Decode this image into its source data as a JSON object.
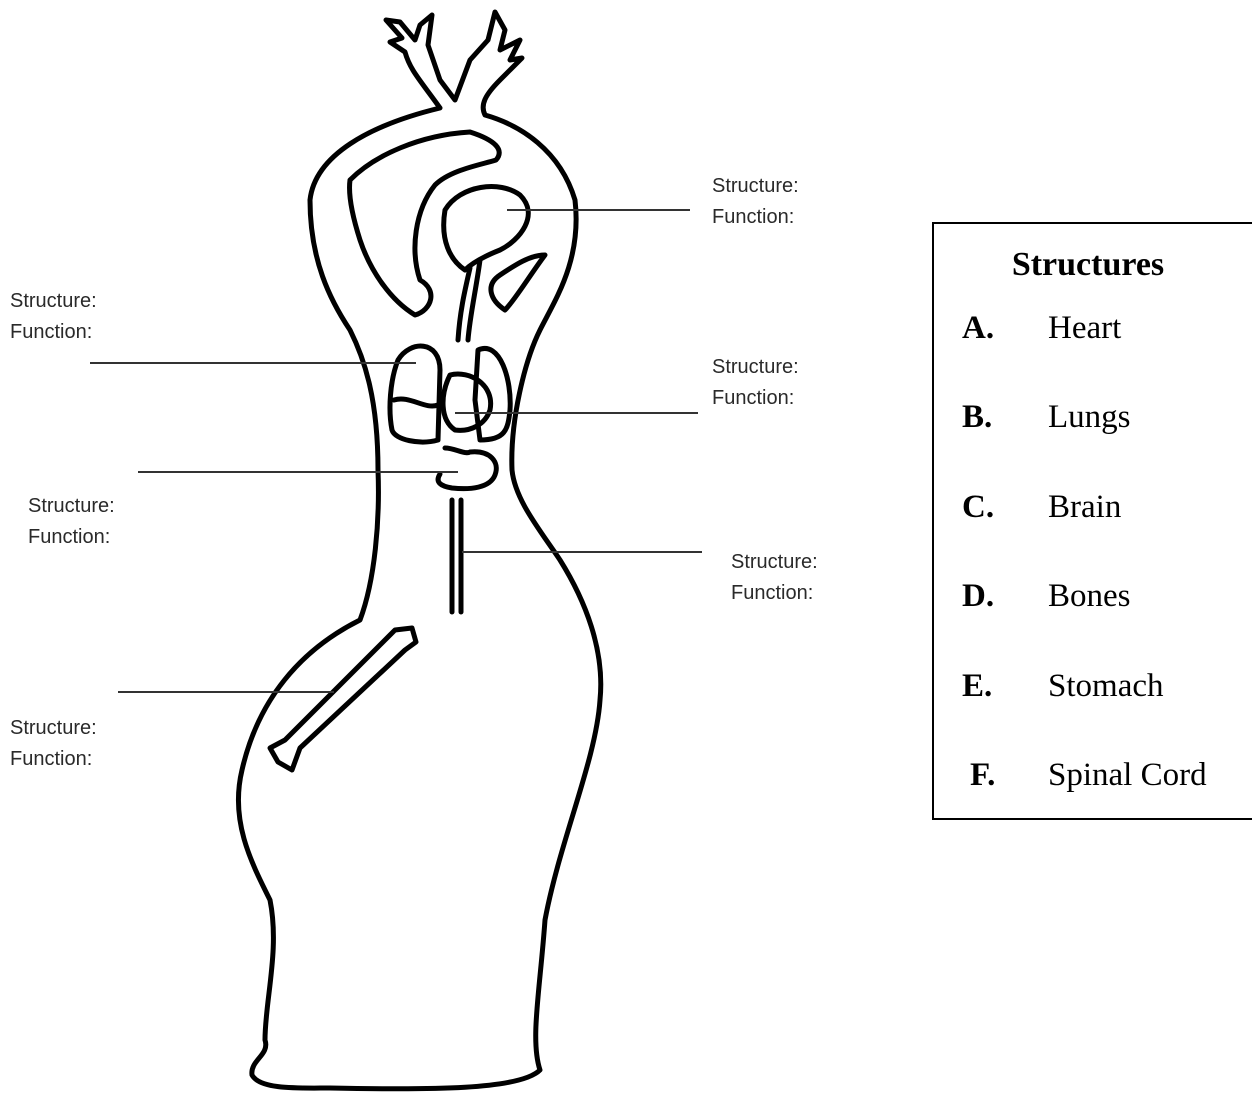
{
  "labels": [
    {
      "id": "brain-label",
      "structure": "Structure:",
      "function": "Function:"
    },
    {
      "id": "spinal-label-left",
      "structure": "Structure:",
      "function": "Function:"
    },
    {
      "id": "heart-label",
      "structure": "Structure:",
      "function": "Function:"
    },
    {
      "id": "stomach-label",
      "structure": "Structure:",
      "function": "Function:"
    },
    {
      "id": "spinal-label-right",
      "structure": "Structure:",
      "function": "Function:"
    },
    {
      "id": "bone-label",
      "structure": "Structure:",
      "function": "Function:"
    }
  ],
  "key": {
    "title": "Structures",
    "items": [
      {
        "letter": "A.",
        "name": "Heart"
      },
      {
        "letter": "B.",
        "name": "Lungs"
      },
      {
        "letter": "C.",
        "name": "Brain"
      },
      {
        "letter": "D.",
        "name": "Bones"
      },
      {
        "letter": "E.",
        "name": "Stomach"
      },
      {
        "letter": "F.",
        "name": "Spinal Cord"
      }
    ]
  },
  "colors": {
    "outline": "#000000",
    "text": "#2a2a2a",
    "leader": "#333333"
  }
}
